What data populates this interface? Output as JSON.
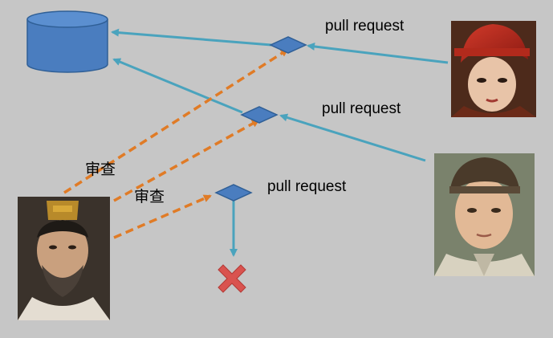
{
  "labels": {
    "pr1": "pull request",
    "pr2": "pull request",
    "pr3": "pull request",
    "review1": "审查",
    "review2": "审查"
  },
  "colors": {
    "background": "#c6c6c6",
    "repo_fill": "#4a7dbf",
    "repo_stroke": "#2f5f96",
    "diamond_fill": "#4a7dbf",
    "teal_arrow": "#4aa3bd",
    "orange_dashed": "#e07b26",
    "reject_cross": "#d9534f"
  },
  "icons": {
    "repository": "database-cylinder-icon",
    "merge_point": "diamond-icon",
    "rejected": "red-x-icon"
  }
}
